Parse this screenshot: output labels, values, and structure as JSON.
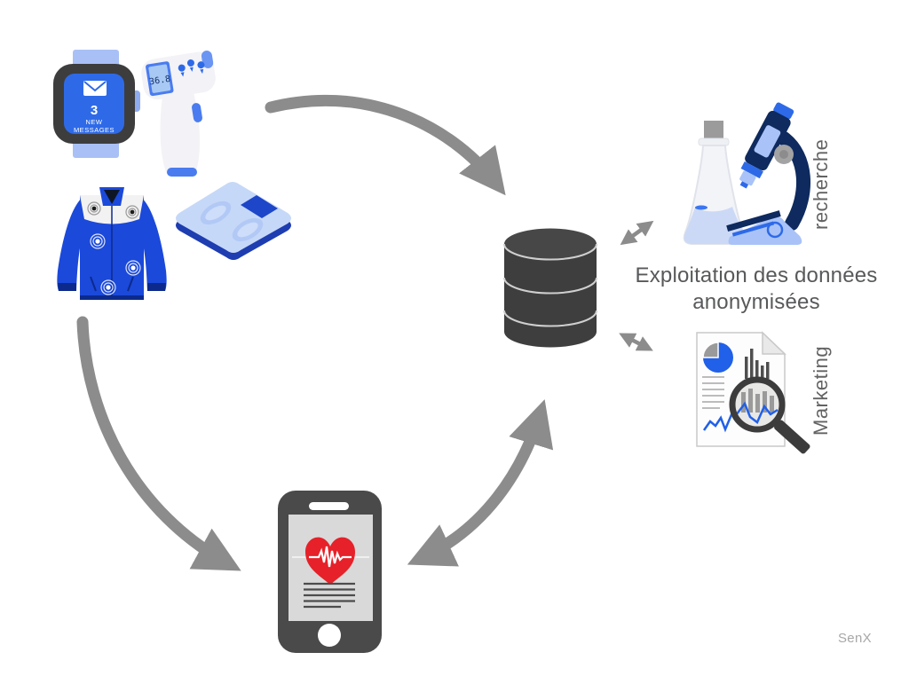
{
  "labels": {
    "main_line1": "Exploitation des données",
    "main_line2": "anonymisées",
    "research": "recherche",
    "marketing": "Marketing",
    "logo": "SenX"
  },
  "smartwatch": {
    "notification_count": "3",
    "notification_line1": "NEW",
    "notification_line2": "MESSAGES"
  },
  "thermometer": {
    "display_reading": "36.8"
  },
  "icons": {
    "devices": [
      "smartwatch-icon",
      "thermometer-icon",
      "smart-jacket-icon",
      "smart-scale-icon"
    ],
    "hub": "database-icon",
    "phone": "smartphone-health-app-icon",
    "research": "microscope-flask-icon",
    "marketing": "marketing-report-magnifier-icon"
  },
  "colors": {
    "arrow_gray": "#8c8c8c",
    "database_charcoal": "#3f3f3f",
    "accent_blue": "#2e6ae8",
    "light_blue": "#a9c3f8",
    "navy": "#0e2a5e",
    "heart_red": "#e62129",
    "label_text": "#58595b"
  }
}
